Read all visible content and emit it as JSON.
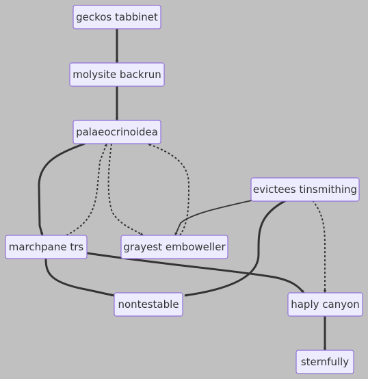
{
  "nodes": {
    "geckos": "geckos tabbinet",
    "molysite": "molysite backrun",
    "palaeo": "palaeocrinoidea",
    "evictees": "evictees tinsmithing",
    "marchpane": "marchpane trs",
    "grayest": "grayest emboweller",
    "nontestable": "nontestable",
    "haply": "haply canyon",
    "sternfully": "sternfully"
  },
  "edges": [
    {
      "from": "geckos",
      "to": "molysite",
      "style": "thick"
    },
    {
      "from": "molysite",
      "to": "palaeo",
      "style": "thick"
    },
    {
      "from": "palaeo",
      "to": "marchpane",
      "style": "thick"
    },
    {
      "from": "marchpane",
      "to": "palaeo",
      "style": "dotted"
    },
    {
      "from": "palaeo",
      "to": "grayest",
      "style": "dotted"
    },
    {
      "from": "grayest",
      "to": "palaeo",
      "style": "dotted"
    },
    {
      "from": "evictees",
      "to": "grayest",
      "style": "normal"
    },
    {
      "from": "evictees",
      "to": "nontestable",
      "style": "thick"
    },
    {
      "from": "evictees",
      "to": "haply",
      "style": "dotted"
    },
    {
      "from": "marchpane",
      "to": "nontestable",
      "style": "thick"
    },
    {
      "from": "marchpane",
      "to": "haply",
      "style": "thick"
    },
    {
      "from": "haply",
      "to": "sternfully",
      "style": "thick"
    }
  ],
  "colors": {
    "background": "#c0c0c0",
    "node_fill": "#ececfe",
    "node_stroke": "#9370db",
    "edge": "#333333"
  }
}
